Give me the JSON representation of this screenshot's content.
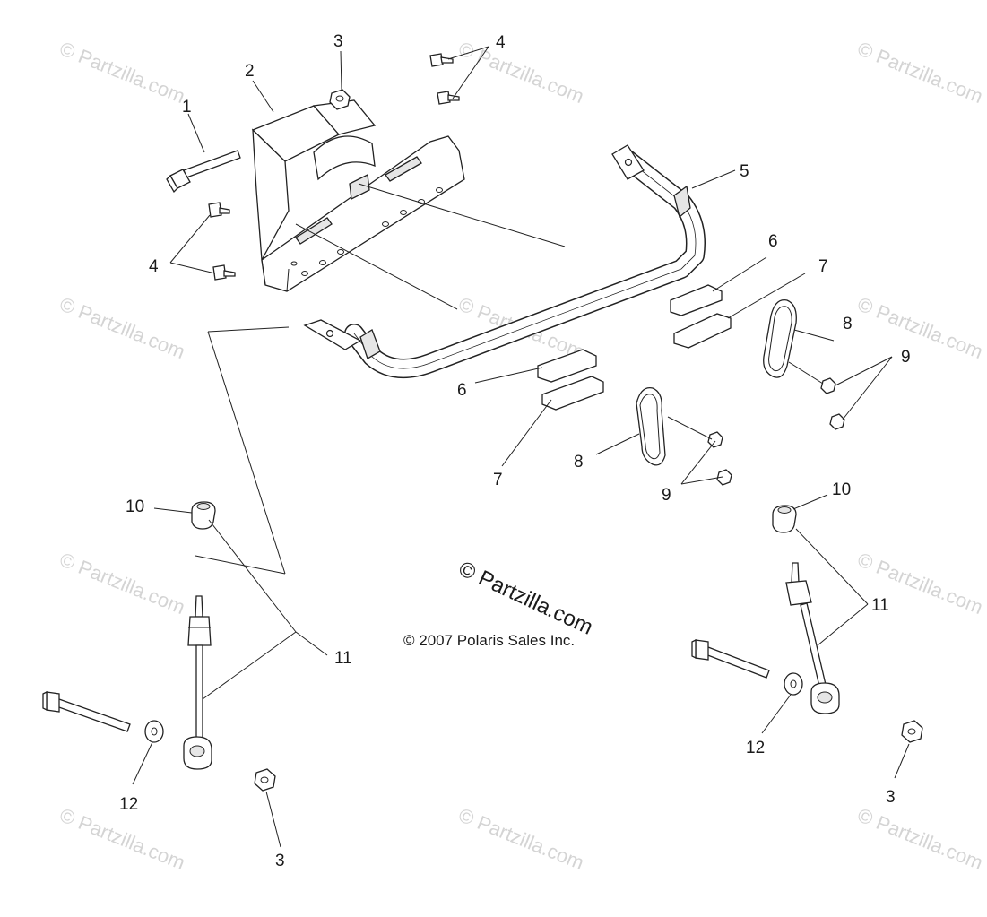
{
  "diagram": {
    "watermark_text": "© Partzilla.com",
    "center_watermark": "© Partzilla.com",
    "copyright": "© 2007 Polaris Sales Inc.",
    "callouts": {
      "c1": "1",
      "c2": "2",
      "c3_top": "3",
      "c4_top": "4",
      "c4_left": "4",
      "c5": "5",
      "c6_right": "6",
      "c7_right": "7",
      "c6_left": "6",
      "c7_left": "7",
      "c8_right": "8",
      "c9_right": "9",
      "c8_left": "8",
      "c9_left": "9",
      "c10_left": "10",
      "c10_right": "10",
      "c11_left": "11",
      "c11_right": "11",
      "c12_left": "12",
      "c12_right": "12",
      "c3_bottom_left": "3",
      "c3_bottom_right": "3"
    }
  }
}
